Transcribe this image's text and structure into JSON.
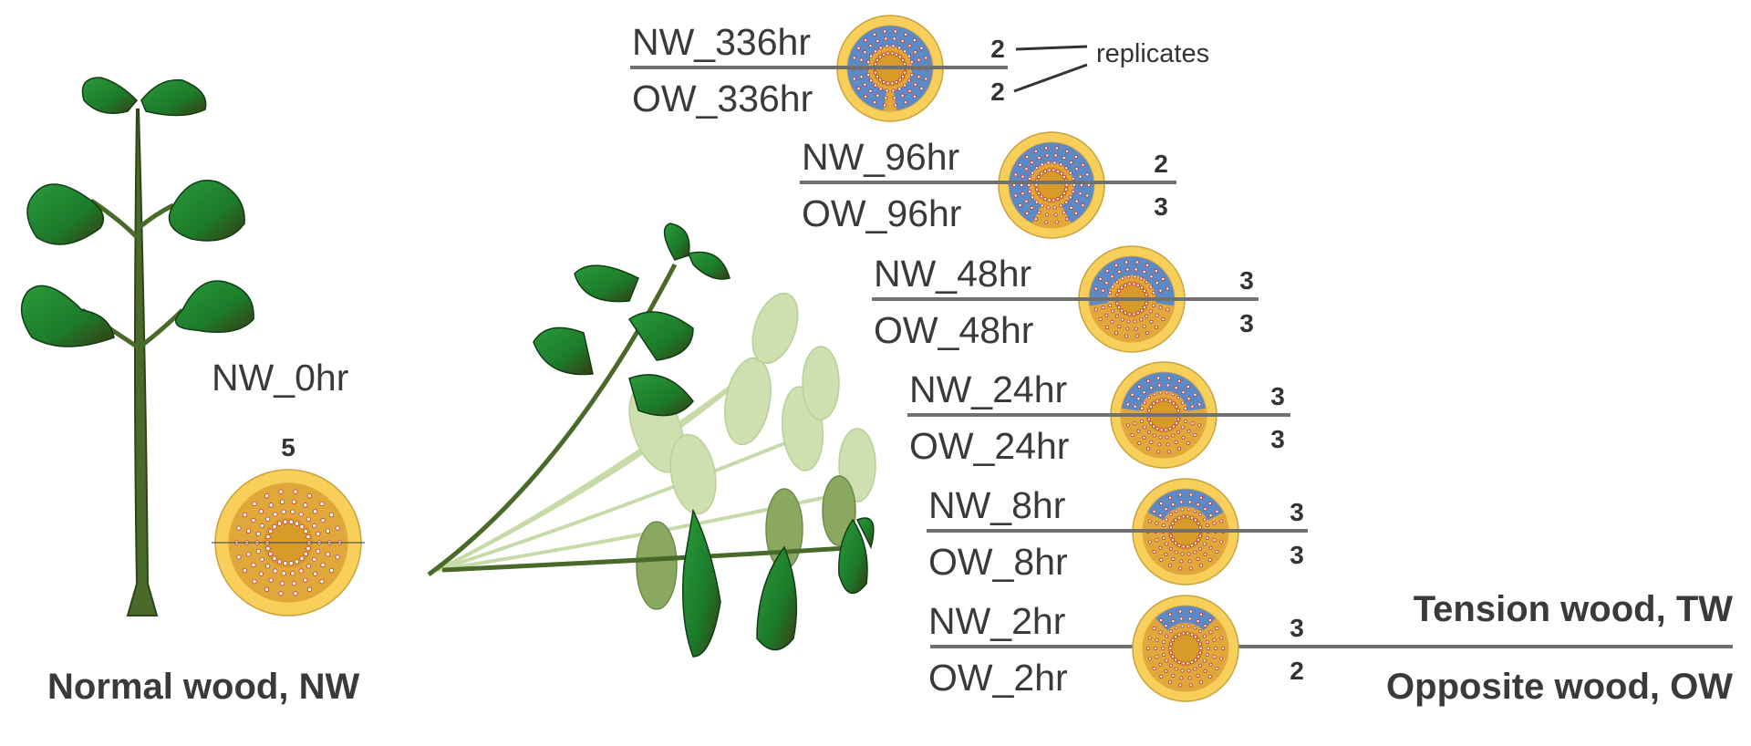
{
  "control": {
    "label": "NW_0hr",
    "replicates": "5"
  },
  "annotation": {
    "replicates_label": "replicates"
  },
  "legend": {
    "normal": "Normal wood, NW",
    "tension": "Tension wood, TW",
    "opposite": "Opposite wood, OW"
  },
  "timepoints": [
    {
      "nw": "NW_336hr",
      "ow": "OW_336hr",
      "nw_n": "2",
      "ow_n": "2",
      "tension_extent": 0.95
    },
    {
      "nw": "NW_96hr",
      "ow": "OW_96hr",
      "nw_n": "2",
      "ow_n": "3",
      "tension_extent": 0.85
    },
    {
      "nw": "NW_48hr",
      "ow": "OW_48hr",
      "nw_n": "3",
      "ow_n": "3",
      "tension_extent": 0.55
    },
    {
      "nw": "NW_24hr",
      "ow": "OW_24hr",
      "nw_n": "3",
      "ow_n": "3",
      "tension_extent": 0.45
    },
    {
      "nw": "NW_8hr",
      "ow": "OW_8hr",
      "nw_n": "3",
      "ow_n": "3",
      "tension_extent": 0.35
    },
    {
      "nw": "NW_2hr",
      "ow": "OW_2hr",
      "nw_n": "3",
      "ow_n": "2",
      "tension_extent": 0.25
    }
  ],
  "colors": {
    "bark": "#f7cf5a",
    "bark_edge": "#c9a23a",
    "wood": "#e0a83a",
    "pith": "#d89a28",
    "tension": "#5b8ac6",
    "divider": "#707070",
    "leaf": "#1f7a2c",
    "leaf_dark": "#0f4d1a",
    "leaf_light": "#cfe0b0",
    "stem": "#4a6a2a"
  }
}
